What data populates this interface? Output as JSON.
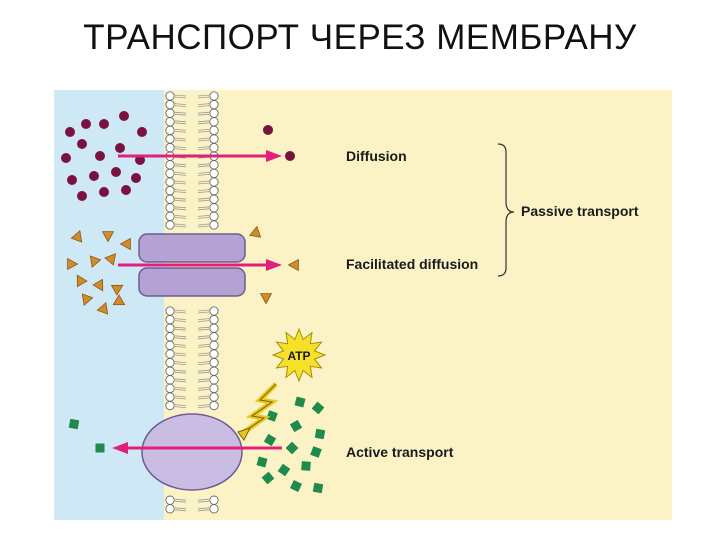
{
  "title": "ТРАНСПОРТ ЧЕРЕЗ МЕМБРАНУ",
  "labels": {
    "diffusion": "Diffusion",
    "facilitated": "Facilitated diffusion",
    "active": "Active transport",
    "passive": "Passive transport",
    "atp": "ATP"
  },
  "colors": {
    "outside": "#cfe8f6",
    "inside": "#fbf3c6",
    "arrow": "#e0207a",
    "molecule": "#7a1240",
    "triangle": "#d28a2a",
    "square": "#1f8a4a",
    "channel": "#b3a2d2",
    "pump": "#c9bde4",
    "atp_burst": "#f5e12a"
  }
}
